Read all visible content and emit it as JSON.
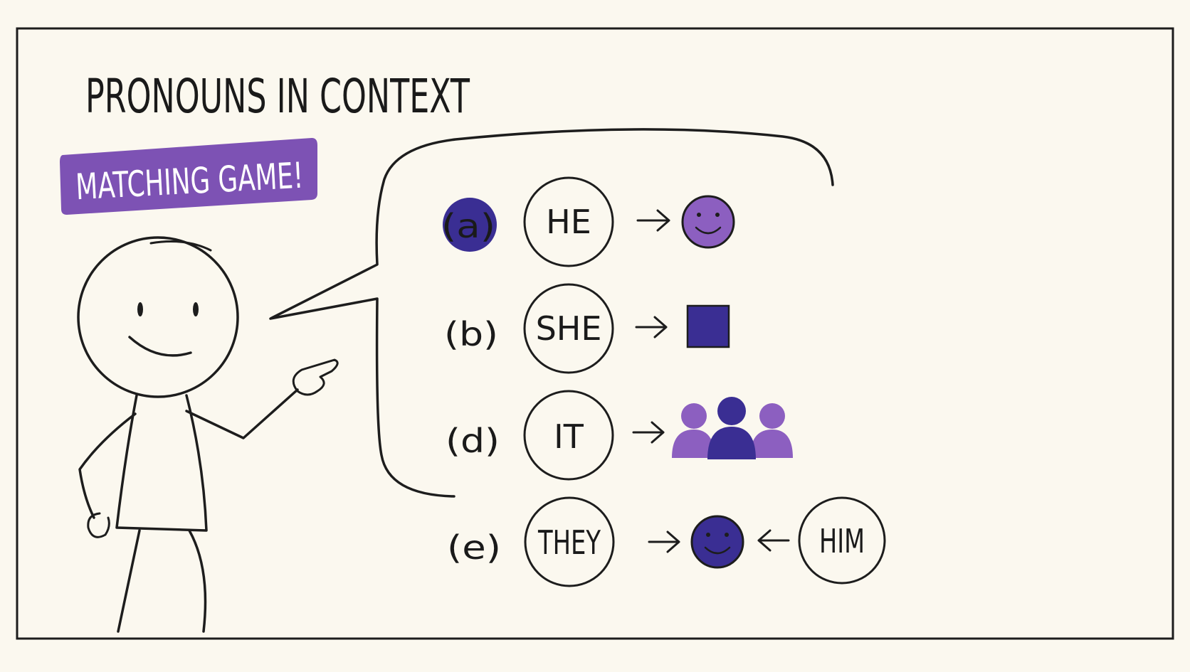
{
  "title": "PRONOUNS IN CONTEXT",
  "badge": "MATCHING GAME!",
  "colors": {
    "background": "#fbf8ef",
    "ink": "#1d1d1d",
    "purple": "#7d52b4",
    "indigo": "#3a2e93",
    "light_purple": "#8c5fc0"
  },
  "rows": [
    {
      "label": "(a)",
      "pronoun": "HE",
      "icon": "purple-smiley-icon",
      "highlighted": true
    },
    {
      "label": "(b)",
      "pronoun": "SHE",
      "icon": "blue-square-icon",
      "highlighted": false
    },
    {
      "label": "(d)",
      "pronoun": "IT",
      "icon": "group-of-people-icon",
      "highlighted": false
    },
    {
      "label": "(e)",
      "pronoun": "THEY",
      "icon": "blue-smiley-icon",
      "highlighted": false,
      "extra": "HIM"
    }
  ]
}
